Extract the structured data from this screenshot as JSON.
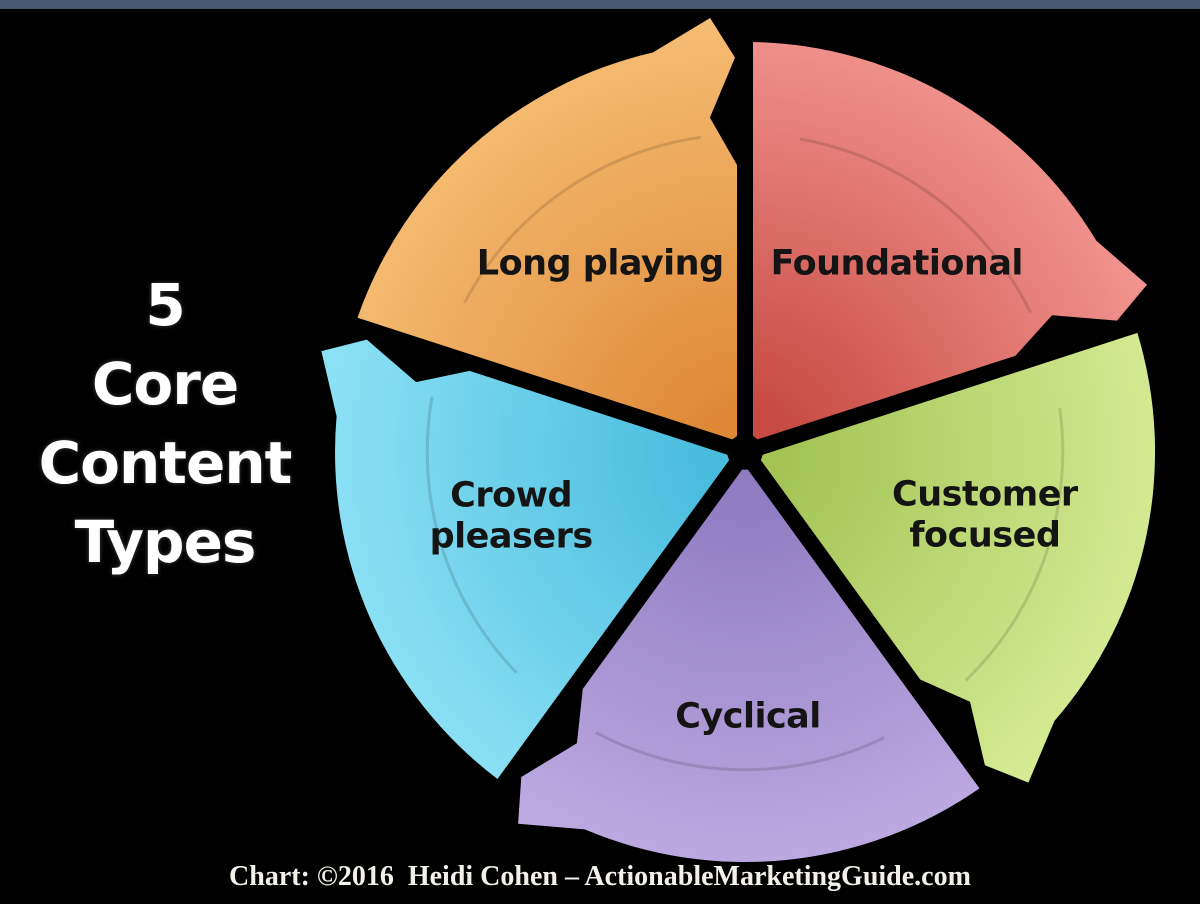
{
  "page": {
    "background": "#000000",
    "top_bar_color": "#475a70"
  },
  "title": {
    "lines": [
      "5",
      "Core",
      "Content",
      "Types"
    ],
    "color": "#ffffff"
  },
  "wheel": {
    "direction": "clockwise",
    "label_color": "#141414",
    "gap_color": "#000000",
    "segments": [
      {
        "id": "foundational",
        "label": "Foundational",
        "label_lines": [
          "Foundational"
        ],
        "start_angle": 0,
        "end_angle": 72,
        "color_inner": "#c74a43",
        "color_outer": "#f29590"
      },
      {
        "id": "customer-focused",
        "label": "Customer focused",
        "label_lines": [
          "Customer",
          "focused"
        ],
        "start_angle": 72,
        "end_angle": 144,
        "color_inner": "#a3c455",
        "color_outer": "#d7ec96"
      },
      {
        "id": "cyclical",
        "label": "Cyclical",
        "label_lines": [
          "Cyclical"
        ],
        "start_angle": 144,
        "end_angle": 216,
        "color_inner": "#8f7cc1",
        "color_outer": "#bface3"
      },
      {
        "id": "crowd-pleasers",
        "label": "Crowd pleasers",
        "label_lines": [
          "Crowd",
          "pleasers"
        ],
        "start_angle": 216,
        "end_angle": 288,
        "color_inner": "#49bcde",
        "color_outer": "#8fe2f5"
      },
      {
        "id": "long-playing",
        "label": "Long playing",
        "label_lines": [
          "Long playing"
        ],
        "start_angle": 288,
        "end_angle": 360,
        "color_inner": "#de8836",
        "color_outer": "#f6bd74"
      }
    ]
  },
  "footer": {
    "credit": "Chart: ©2016  Heidi Cohen – ActionableMarketingGuide.com"
  }
}
